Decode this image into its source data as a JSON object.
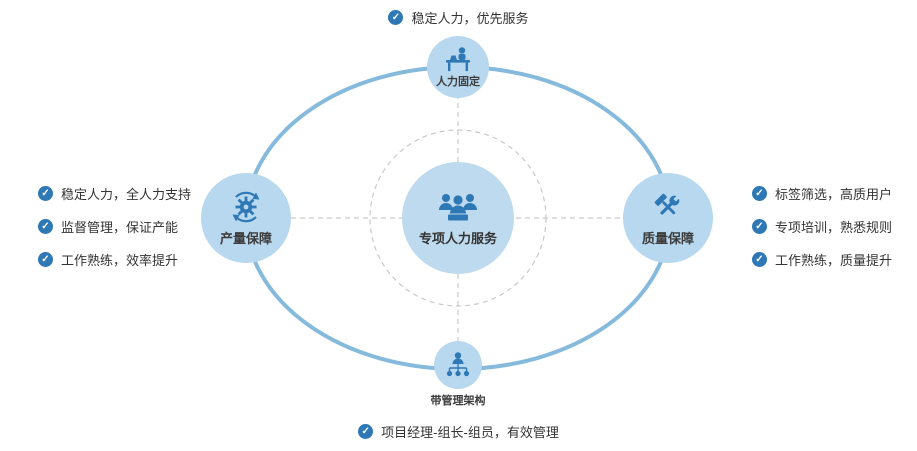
{
  "colors": {
    "accent_blue": "#2e78b5",
    "node_fill": "#b7d8ee",
    "ellipse_stroke": "#85badd",
    "dashed_line": "#c9c9c9",
    "text": "#333333"
  },
  "icons": {
    "check_glyph": "✓",
    "top": "desk-person-icon",
    "left": "gear-sync-icon",
    "right": "hammer-wrench-icon",
    "bottom": "org-structure-icon",
    "center": "team-icon"
  },
  "center": {
    "label": "专项人力服务"
  },
  "nodes": {
    "top": {
      "label": "人力固定"
    },
    "left": {
      "label": "产量保障"
    },
    "right": {
      "label": "质量保障"
    },
    "bottom": {
      "label": "带管理架构"
    }
  },
  "annotations": {
    "top": "稳定人力，优先服务",
    "bottom": "项目经理-组长-组员，有效管理",
    "left": [
      "稳定人力，全人力支持",
      "监督管理，保证产能",
      "工作熟练，效率提升"
    ],
    "right": [
      "标签筛选，高质用户",
      "专项培训，熟悉规则",
      "工作熟练，质量提升"
    ]
  }
}
